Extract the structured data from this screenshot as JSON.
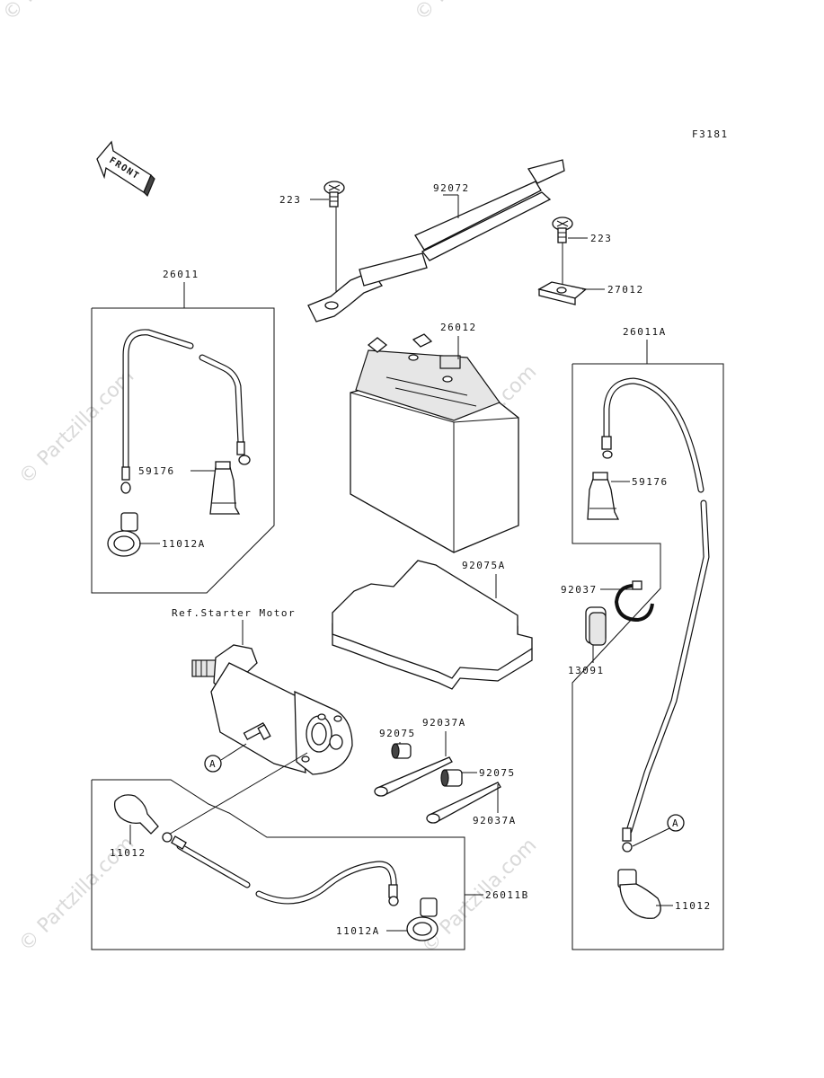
{
  "figure_code": "F3181",
  "front_label": "FRONT",
  "watermark": "© Partzilla.com",
  "ref_label": "Ref.Starter Motor",
  "callouts": {
    "a_left": "A",
    "a_right": "A"
  },
  "labels": {
    "p223_left": "223",
    "p92072": "92072",
    "p223_right": "223",
    "p27012": "27012",
    "p26011": "26011",
    "p26012": "26012",
    "p26011A": "26011A",
    "p59176_left": "59176",
    "p59176_right": "59176",
    "p11012A_left": "11012A",
    "p92075A": "92075A",
    "p92037_right": "92037",
    "p13091": "13091",
    "p92075_a": "92075",
    "p92037A_a": "92037A",
    "p92075_b": "92075",
    "p92037A_b": "92037A",
    "p11012_left": "11012",
    "p26011B": "26011B",
    "p11012A_bottom": "11012A",
    "p11012_right": "11012"
  }
}
